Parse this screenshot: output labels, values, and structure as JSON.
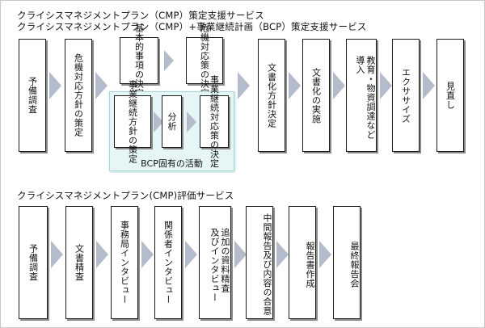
{
  "section1": {
    "heading_line1": "クライシスマネジメントプラン（CMP）策定支援サービス",
    "heading_line2": "クライシスマネジメントプラン（CMP）+事業継続計画（BCP）策定支援サービス",
    "steps": {
      "s1": "予備調査",
      "s2": "危機対応方針の策定",
      "s3": "基本的事項の決定",
      "s4": "危機対応策の決定",
      "s5": "文書化方針決定",
      "s6": "文書化の実施",
      "s7": "教育・物資調達など\n導入",
      "s8": "エクササイズ",
      "s9": "見直し"
    },
    "bcp": {
      "label": "BCP固有の活動",
      "b1": "事業継続方針の策定",
      "b2": "分析",
      "b3": "事業継続対応策の決定"
    }
  },
  "section2": {
    "heading": "クライシスマネジメントプラン(CMP)評価サービス",
    "steps": {
      "s1": "予備調査",
      "s2": "文書精査",
      "s3": "事務局インタビュー",
      "s4": "関係者インタビュー",
      "s5": "追加の資料精査\n及びインタビュー",
      "s6": "中間報告及び内容の合意",
      "s7": "報告書作成",
      "s8": "最終報告会"
    }
  }
}
